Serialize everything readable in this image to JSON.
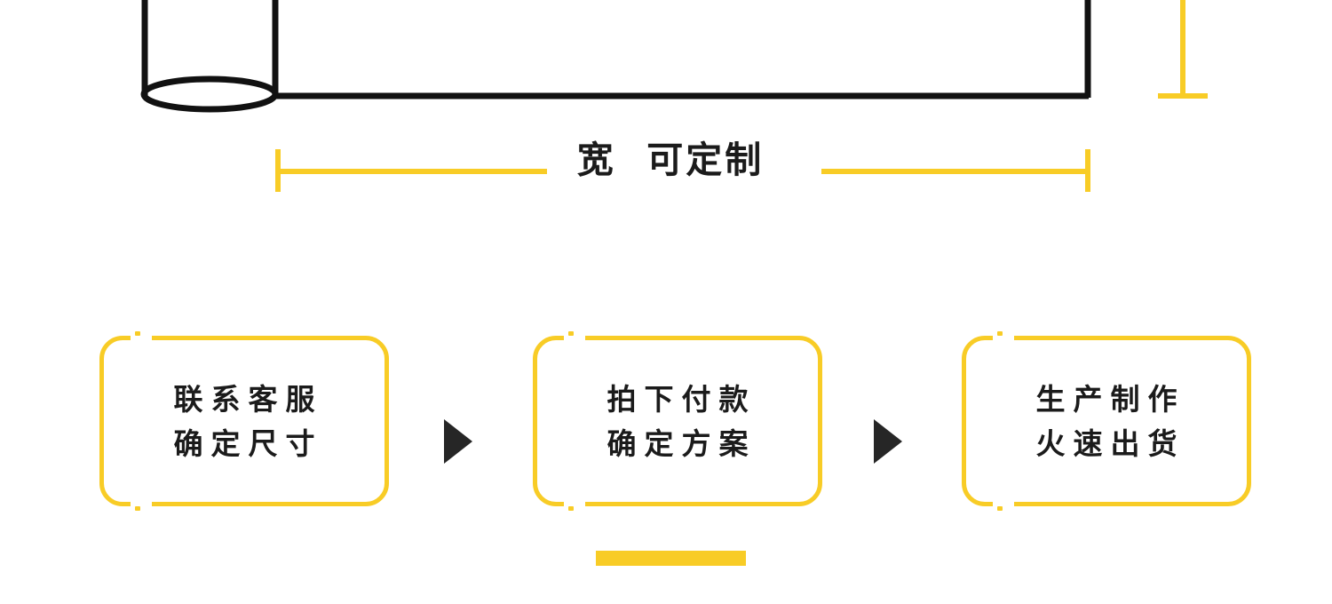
{
  "colors": {
    "accent_yellow": "#F8CC26",
    "ink_black": "#1B1B1B",
    "arrow_dark": "#262626",
    "background": "#FFFFFF"
  },
  "drawing": {
    "name": "cylinder-roll-technical-drawing",
    "width_dimension": {
      "label_line_1": "宽",
      "label_line_2": "可定制",
      "label_full": "宽  可定制",
      "line_color": "#F8CC26",
      "orientation": "horizontal"
    },
    "height_dimension": {
      "line_color": "#F8CC26",
      "orientation": "vertical",
      "label": ""
    }
  },
  "flow": {
    "steps": [
      {
        "index": 1,
        "line1": "联系客服",
        "line2": "确定尺寸"
      },
      {
        "index": 2,
        "line1": "拍下付款",
        "line2": "确定方案"
      },
      {
        "index": 3,
        "line1": "生产制作",
        "line2": "火速出货"
      }
    ],
    "arrows": [
      {
        "icon": "triangle-right-icon"
      },
      {
        "icon": "triangle-right-icon"
      }
    ]
  },
  "accent_bar": {
    "name": "bottom-accent-bar",
    "color": "#F8CC26"
  }
}
